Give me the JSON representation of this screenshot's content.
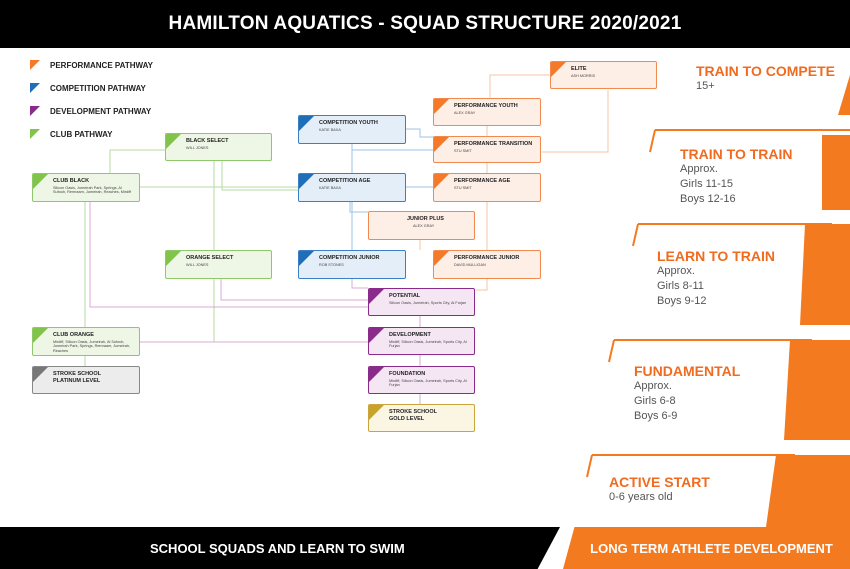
{
  "header": {
    "title": "HAMILTON AQUATICS - SQUAD STRUCTURE 2020/2021"
  },
  "legend": [
    {
      "label": "PERFORMANCE PATHWAY",
      "color": "#f47a2a"
    },
    {
      "label": "COMPETITION PATHWAY",
      "color": "#1f6fb8"
    },
    {
      "label": "DEVELOPMENT PATHWAY",
      "color": "#8a2a8a"
    },
    {
      "label": "CLUB PATHWAY",
      "color": "#82c34a"
    }
  ],
  "squads": {
    "elite": {
      "title": "ELITE",
      "sub": "ASH MORRIS"
    },
    "performance_youth": {
      "title": "PERFORMANCE YOUTH",
      "sub": "ALEX GRAY"
    },
    "performance_transition": {
      "title": "PERFORMANCE TRANSITION",
      "sub": "STU SMIT"
    },
    "performance_age": {
      "title": "PERFORMANCE AGE",
      "sub": "STU SMIT"
    },
    "performance_junior": {
      "title": "PERFORMANCE JUNIOR",
      "sub": "DAVID MULLIGAN"
    },
    "junior_plus": {
      "title": "JUNIOR PLUS",
      "sub": "ALEX GRAY"
    },
    "competition_youth": {
      "title": "COMPETITION YOUTH",
      "sub": "KATIE BAXA"
    },
    "competition_age": {
      "title": "COMPETITION AGE",
      "sub": "KATIE BAXA"
    },
    "competition_junior": {
      "title": "COMPETITION JUNIOR",
      "sub": "ROB STONES"
    },
    "black_select": {
      "title": "BLACK SELECT",
      "sub": "WILL JONES"
    },
    "orange_select": {
      "title": "ORANGE SELECT",
      "sub": "WILL JONES"
    },
    "club_black": {
      "title": "CLUB BLACK",
      "sub": "Silicon Oasis, Jumeirah Park, Springs, Al Sufouh, Remraam, Jumeirah, Reaches, Mirdiff"
    },
    "club_orange": {
      "title": "CLUB ORANGE",
      "sub": "Mirdiff, Silicon Oasis, Jumeirah, Al Sufouh, Jumeirah Park, Springs, Remraam, Jumeirah, Reaches"
    },
    "stroke_platinum": {
      "title": "STROKE SCHOOL\nPLATINUM LEVEL",
      "sub": ""
    },
    "potential": {
      "title": "POTENTIAL",
      "sub": "Silicon Oasis, Jumeirah, Sports City, Al Furjan"
    },
    "development": {
      "title": "DEVELOPMENT",
      "sub": "Mirdiff, Silicon Oasis, Jumeirah, Sports City, Al Furjan"
    },
    "foundation": {
      "title": "FOUNDATION",
      "sub": "Mirdiff, Silicon Oasis, Jumeirah, Sports City, Al Furjan"
    },
    "stroke_gold": {
      "title": "STROKE SCHOOL\nGOLD LEVEL",
      "sub": ""
    }
  },
  "stages": [
    {
      "title": "TRAIN TO COMPETE",
      "lines": [
        "15+"
      ]
    },
    {
      "title": "TRAIN TO TRAIN",
      "lines": [
        "Approx.",
        "Girls 11-15",
        "Boys 12-16"
      ]
    },
    {
      "title": "LEARN TO TRAIN",
      "lines": [
        "Approx.",
        "Girls 8-11",
        "Boys 9-12"
      ]
    },
    {
      "title": "FUNDAMENTAL",
      "lines": [
        "Approx.",
        "Girls 6-8",
        "Boys 6-9"
      ]
    },
    {
      "title": "ACTIVE START",
      "lines": [
        "0-6 years old"
      ]
    }
  ],
  "footer": {
    "left": "SCHOOL SQUADS AND LEARN TO SWIM",
    "right": "LONG TERM ATHLETE DEVELOPMENT"
  }
}
